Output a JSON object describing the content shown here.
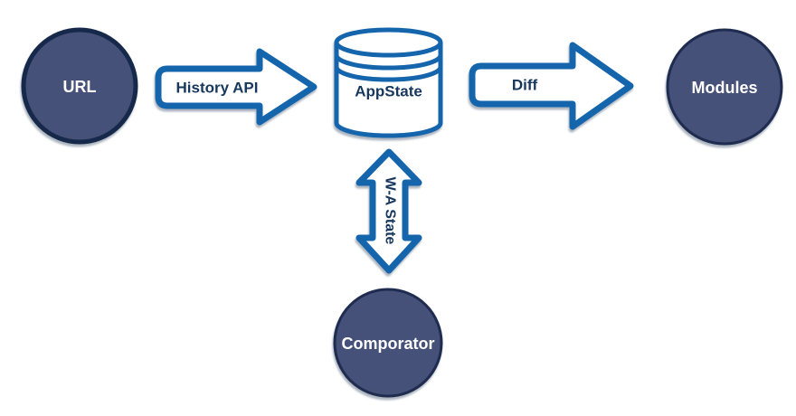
{
  "diagram": {
    "colors": {
      "background": "#FFFFFF",
      "node_fill": "#455179",
      "url_border": "#16294A",
      "node_border": "#1F2C50",
      "arrow_stroke": "#1565AD",
      "arrow_fill": "#FFFFFF",
      "label_dark": "#17375D",
      "label_light": "#FFFFFF"
    },
    "nodes": {
      "url": {
        "label": "URL",
        "shape": "circle"
      },
      "appstate": {
        "label": "AppState",
        "shape": "database-cylinder"
      },
      "modules": {
        "label": "Modules",
        "shape": "circle"
      },
      "comporator": {
        "label": "Comporator",
        "shape": "circle"
      }
    },
    "edges": {
      "history_api": {
        "label": "History API",
        "from": "URL",
        "to": "AppState",
        "direction": "right"
      },
      "diff": {
        "label": "Diff",
        "from": "AppState",
        "to": "Modules",
        "direction": "right"
      },
      "wa_state": {
        "label": "W-A State",
        "from": "AppState",
        "to": "Comporator",
        "direction": "bidirectional-vertical"
      }
    }
  }
}
